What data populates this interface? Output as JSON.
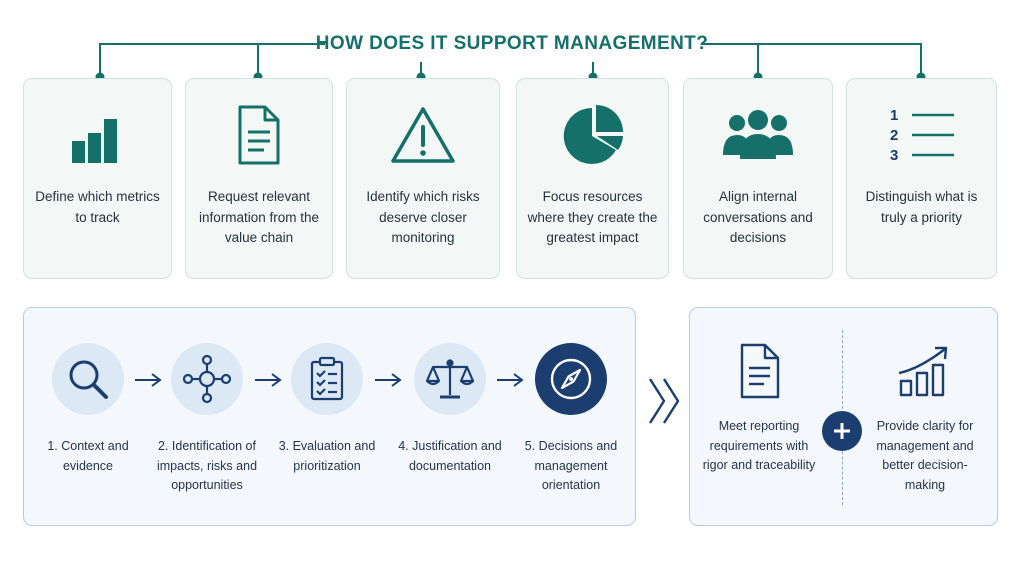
{
  "header": {
    "title": "HOW DOES IT SUPPORT MANAGEMENT?"
  },
  "cards": [
    {
      "icon": "bar-chart-icon",
      "text": "Define which metrics to track"
    },
    {
      "icon": "document-icon",
      "text": "Request relevant information from the value chain"
    },
    {
      "icon": "warning-icon",
      "text": "Identify which risks deserve closer monitoring"
    },
    {
      "icon": "pie-chart-icon",
      "text": "Focus resources where they create the greatest impact"
    },
    {
      "icon": "people-icon",
      "text": "Align internal conversations and decisions"
    },
    {
      "icon": "numbered-list-icon",
      "text": "Distinguish what is truly a priority",
      "list_numbers": [
        "1",
        "2",
        "3"
      ]
    }
  ],
  "process": {
    "steps": [
      {
        "icon": "magnifier-icon",
        "label": "1. Context and evidence"
      },
      {
        "icon": "network-icon",
        "label": "2. Identification of impacts, risks and opportunities"
      },
      {
        "icon": "checklist-icon",
        "label": "3. Evaluation and prioritization"
      },
      {
        "icon": "scale-icon",
        "label": "4. Justification and documentation"
      },
      {
        "icon": "compass-icon",
        "label": "5. Decisions and management orientation"
      }
    ]
  },
  "results": [
    {
      "icon": "report-document-icon",
      "label": "Meet reporting requirements with rigor and traceability"
    },
    {
      "icon": "growth-chart-icon",
      "label": "Provide clarity for management and better decision-making"
    }
  ],
  "colors": {
    "teal": "#15706a",
    "teal_card_bg": "#f3f8f7",
    "navy": "#1b3d70",
    "light_blue": "#dde8f5",
    "text": "#24323c"
  }
}
